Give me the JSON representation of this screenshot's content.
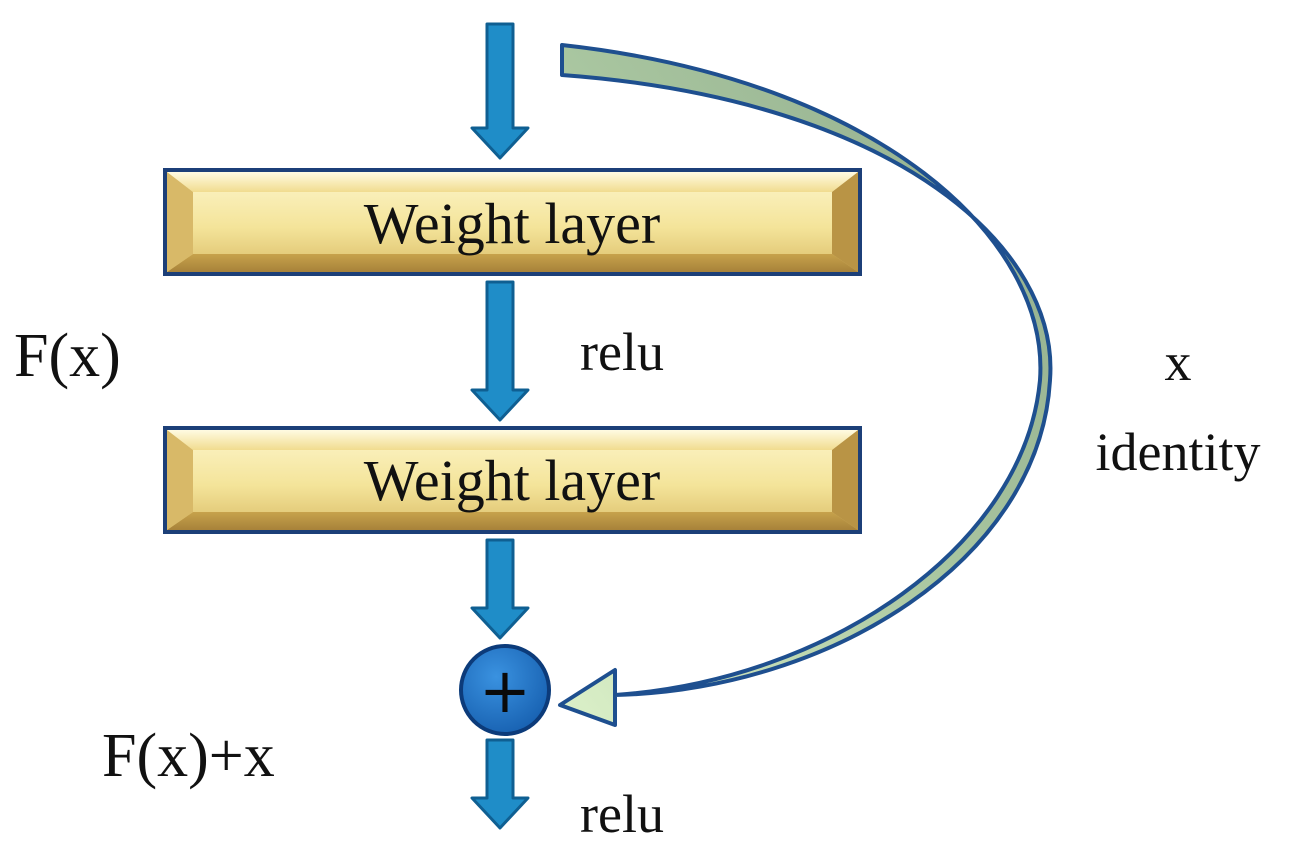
{
  "colors": {
    "arrow_fill": "#1f8dc8",
    "arrow_stroke": "#0f5f92",
    "box_fill_light": "#fbf1b6",
    "box_fill_dark": "#c9a550",
    "box_border": "#1c3f78",
    "skip_fill_light": "#d7efc6",
    "skip_fill_dark": "#8fac84",
    "skip_stroke": "#1e4f8f",
    "adder_fill": "#1e6fc2",
    "adder_stroke": "#0c3b7a"
  },
  "layers": [
    {
      "label": "Weight layer"
    },
    {
      "label": "Weight layer"
    }
  ],
  "labels": {
    "fx": "F(x)",
    "relu_1": "relu",
    "x": "x",
    "identity": "identity",
    "fx_plus_x": "F(x)+x",
    "relu_2": "relu",
    "adder_symbol": "+"
  },
  "icons": {
    "flow_arrow": "down-arrow-icon",
    "skip_arrow": "curved-arrow-icon",
    "adder": "plus-circle-icon"
  }
}
